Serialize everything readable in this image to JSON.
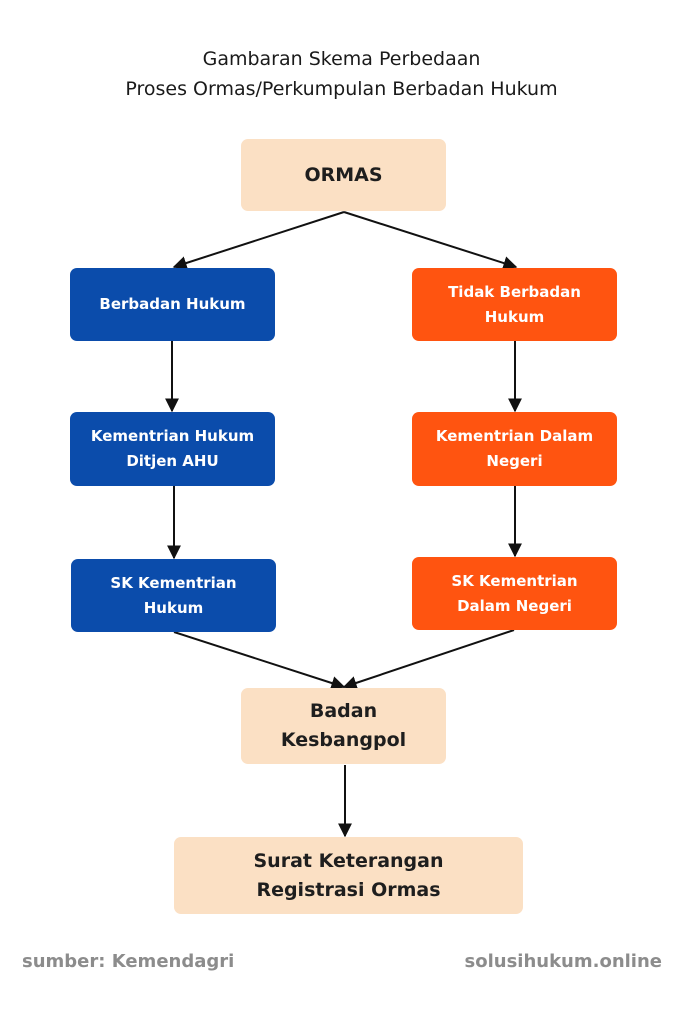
{
  "title": {
    "line1": "Gambaran Skema Perbedaan",
    "line2": "Proses Ormas/Perkumpulan Berbadan Hukum"
  },
  "nodes": {
    "ormas": {
      "line1": "ORMAS"
    },
    "berbadan_hukum": {
      "line1": "Berbadan Hukum"
    },
    "tidak_berbadan_hukum": {
      "line1": "Tidak Berbadan",
      "line2": "Hukum"
    },
    "kemenkumham": {
      "line1": "Kementrian Hukum",
      "line2": "Ditjen AHU"
    },
    "kemendagri": {
      "line1": "Kementrian Dalam",
      "line2": "Negeri"
    },
    "sk_kemenkum": {
      "line1": "SK Kementrian",
      "line2": "Hukum"
    },
    "sk_kemendagri": {
      "line1": "SK Kementrian",
      "line2": "Dalam Negeri"
    },
    "kesbangpol": {
      "line1": "Badan",
      "line2": "Kesbangpol"
    },
    "skt": {
      "line1": "Surat Keterangan",
      "line2": "Registrasi Ormas"
    }
  },
  "footer": {
    "source": "sumber: Kemendagri",
    "site": "solusihukum.online"
  },
  "colors": {
    "peach": "#fbe0c4",
    "blue": "#0b4cab",
    "orange": "#ff5410",
    "arrow": "#111111",
    "footer_text": "#8c8c8c"
  }
}
